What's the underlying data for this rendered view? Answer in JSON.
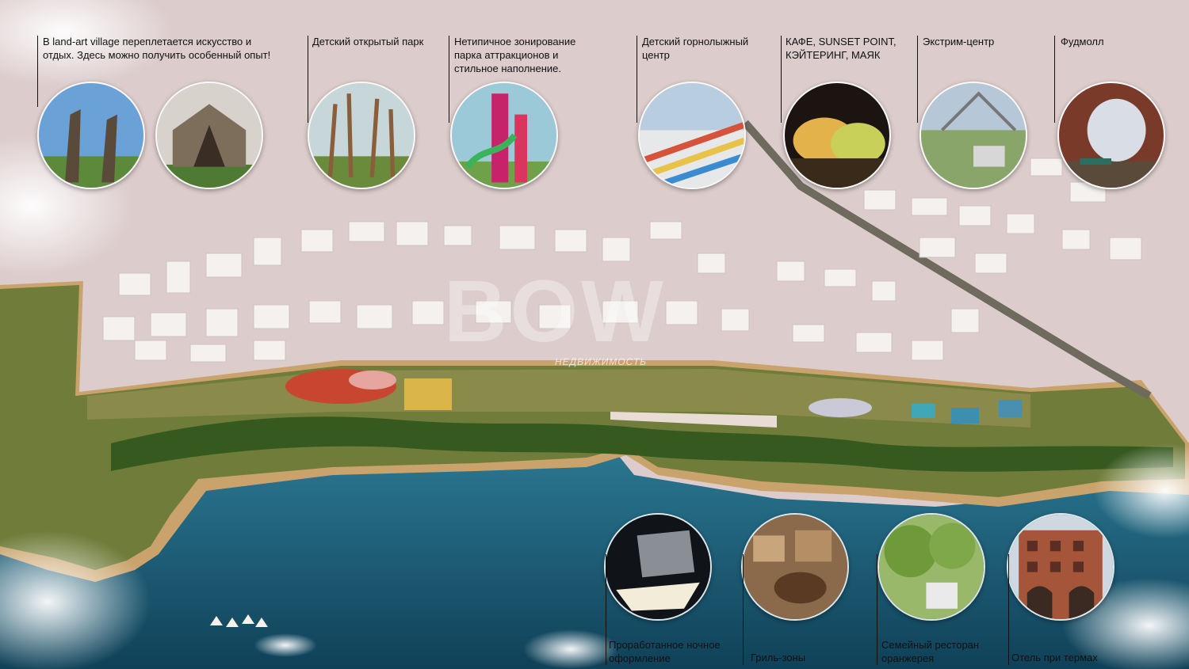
{
  "labels_top": [
    {
      "id": "landart",
      "text": "В land-art village переплетается искусство и\nотдых. Здесь можно получить особенный опыт!"
    },
    {
      "id": "kids_park",
      "text": "Детский открытый парк"
    },
    {
      "id": "zoning",
      "text": "Нетипичное зонирование\nпарка аттракционов и\nстильное наполнение."
    },
    {
      "id": "ski",
      "text": "Детский горнолыжный\nцентр"
    },
    {
      "id": "cafe",
      "text": "КАФЕ, SUNSET POINT,\nКЭЙТЕРИНГ, МАЯК"
    },
    {
      "id": "extreme",
      "text": "Экстрим-центр"
    },
    {
      "id": "foodmall",
      "text": "Фудмолл"
    }
  ],
  "labels_bottom": [
    {
      "id": "night",
      "text": "Проработанное ночное\nоформление"
    },
    {
      "id": "grill",
      "text": "Гриль-зоны"
    },
    {
      "id": "restaurant",
      "text": "Семейный ресторан\nоранжерея"
    },
    {
      "id": "hotel",
      "text": "Отель при термах"
    }
  ],
  "watermark": {
    "main": "BOW",
    "sub": "НЕДВИЖИМОСТЬ"
  },
  "colors": {
    "sky": "#d9c9c9",
    "water": "#1e5f78",
    "land": "#6e7a3a",
    "shore": "#c9a36b",
    "trees": "#355a22",
    "buildings": "#f4f1ee"
  }
}
